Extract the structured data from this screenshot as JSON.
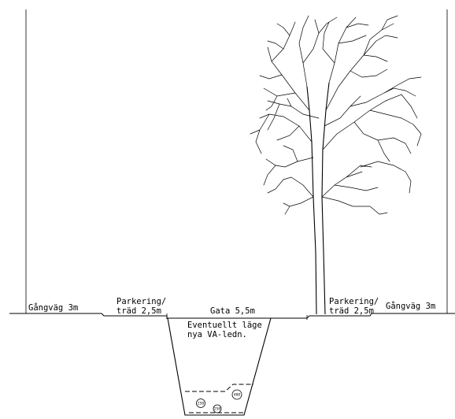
{
  "labels": {
    "left_walkway": "Gångväg 3m",
    "left_parking_line1": "Parkering/",
    "left_parking_line2": "träd 2,5m",
    "street": "Gata 5,5m",
    "trench_line1": "Eventuellt läge",
    "trench_line2": "nya VA-ledn.",
    "right_parking_line1": "Parkering/",
    "right_parking_line2": "träd 2,5m",
    "right_walkway": "Gångväg 3m"
  },
  "pipes": {
    "left": "250",
    "right": "400",
    "bottom": "250"
  },
  "colors": {
    "line": "#000000",
    "background": "#ffffff"
  }
}
